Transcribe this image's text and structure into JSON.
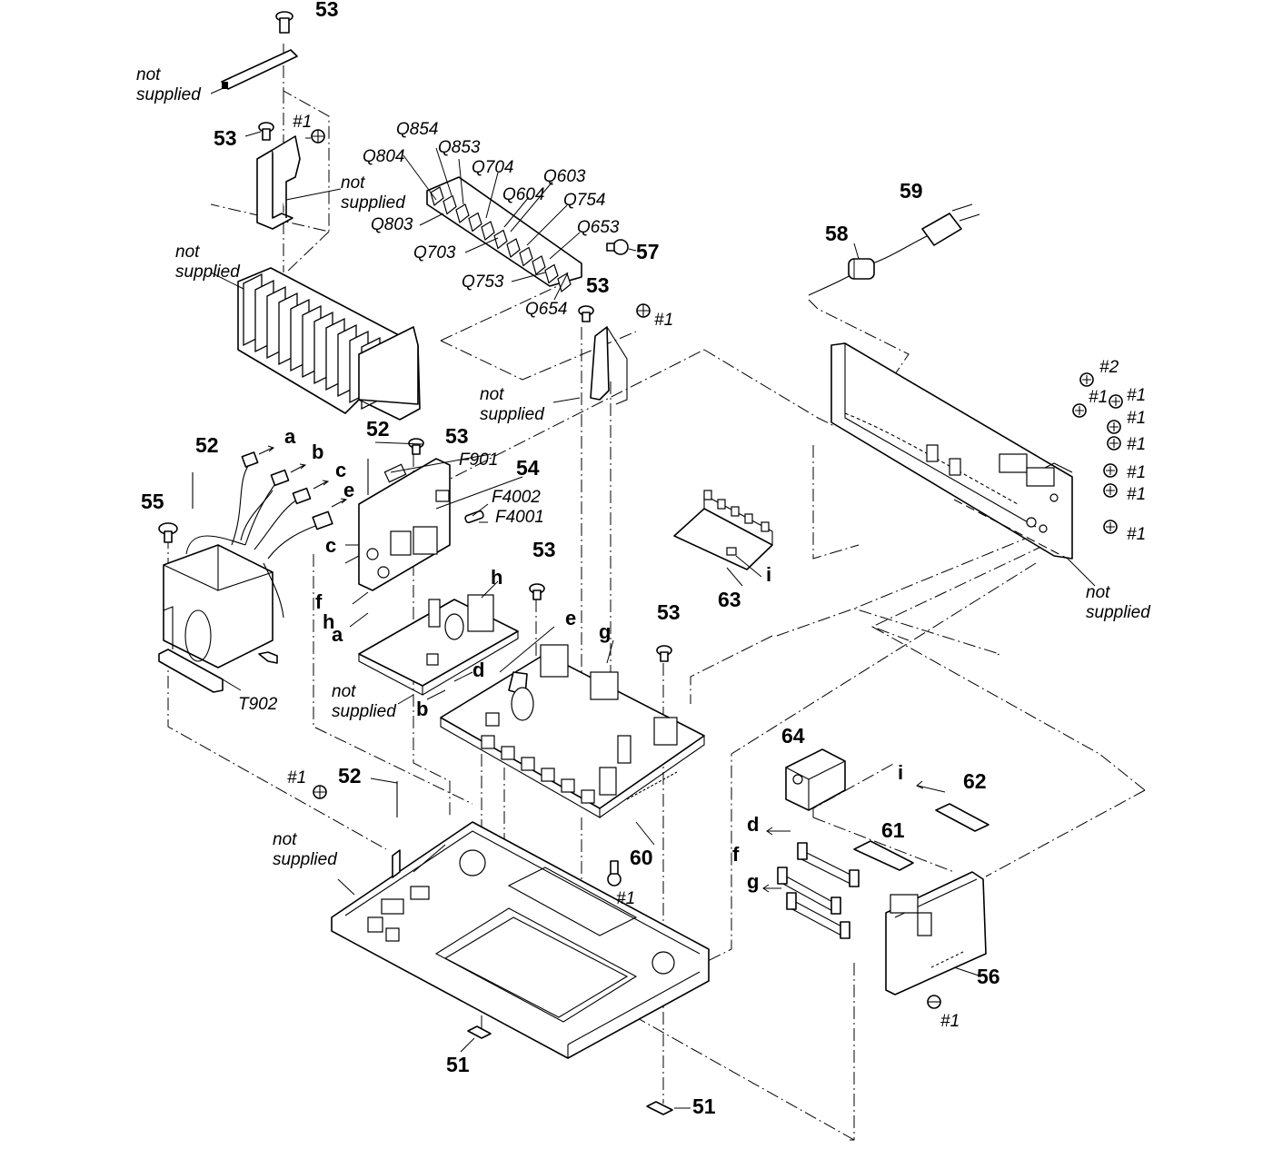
{
  "labels": [
    {
      "id": "n53-top",
      "text": "53",
      "kind": "num"
    },
    {
      "id": "ns-top-1",
      "text": "not",
      "kind": "lbl"
    },
    {
      "id": "ns-top-2",
      "text": "supplied",
      "kind": "lbl"
    },
    {
      "id": "n53-bracket",
      "text": "53",
      "kind": "num"
    },
    {
      "id": "h1-bracket",
      "text": "#1",
      "kind": "lbl"
    },
    {
      "id": "ns-bracket-1",
      "text": "not",
      "kind": "lbl"
    },
    {
      "id": "ns-bracket-2",
      "text": "supplied",
      "kind": "lbl"
    },
    {
      "id": "ns-heatsink-1",
      "text": "not",
      "kind": "lbl"
    },
    {
      "id": "ns-heatsink-2",
      "text": "supplied",
      "kind": "lbl"
    },
    {
      "id": "q854",
      "text": "Q854",
      "kind": "lbl"
    },
    {
      "id": "q804",
      "text": "Q804",
      "kind": "lbl"
    },
    {
      "id": "q853",
      "text": "Q853",
      "kind": "lbl"
    },
    {
      "id": "q704",
      "text": "Q704",
      "kind": "lbl"
    },
    {
      "id": "q603",
      "text": "Q603",
      "kind": "lbl"
    },
    {
      "id": "q604",
      "text": "Q604",
      "kind": "lbl"
    },
    {
      "id": "q754",
      "text": "Q754",
      "kind": "lbl"
    },
    {
      "id": "q803",
      "text": "Q803",
      "kind": "lbl"
    },
    {
      "id": "q703",
      "text": "Q703",
      "kind": "lbl"
    },
    {
      "id": "q653",
      "text": "Q653",
      "kind": "lbl"
    },
    {
      "id": "q753",
      "text": "Q753",
      "kind": "lbl"
    },
    {
      "id": "q654",
      "text": "Q654",
      "kind": "lbl"
    },
    {
      "id": "n57",
      "text": "57",
      "kind": "num"
    },
    {
      "id": "n53-mid",
      "text": "53",
      "kind": "num"
    },
    {
      "id": "h1-mid",
      "text": "#1",
      "kind": "lbl"
    },
    {
      "id": "ns-mid-1",
      "text": "not",
      "kind": "lbl"
    },
    {
      "id": "ns-mid-2",
      "text": "supplied",
      "kind": "lbl"
    },
    {
      "id": "n59",
      "text": "59",
      "kind": "num"
    },
    {
      "id": "n58",
      "text": "58",
      "kind": "num"
    },
    {
      "id": "h2-rear",
      "text": "#2",
      "kind": "lbl"
    },
    {
      "id": "h1-rear-a",
      "text": "#1",
      "kind": "lbl"
    },
    {
      "id": "h1-rear-b",
      "text": "#1",
      "kind": "lbl"
    },
    {
      "id": "h1-rear-c",
      "text": "#1",
      "kind": "lbl"
    },
    {
      "id": "h1-rear-d",
      "text": "#1",
      "kind": "lbl"
    },
    {
      "id": "h1-rear-e",
      "text": "#1",
      "kind": "lbl"
    },
    {
      "id": "h1-rear-f",
      "text": "#1",
      "kind": "lbl"
    },
    {
      "id": "h1-rear-g",
      "text": "#1",
      "kind": "lbl"
    },
    {
      "id": "ns-rear-1",
      "text": "not",
      "kind": "lbl"
    },
    {
      "id": "ns-rear-2",
      "text": "supplied",
      "kind": "lbl"
    },
    {
      "id": "n63",
      "text": "63",
      "kind": "num"
    },
    {
      "id": "let-i-63",
      "text": "i",
      "kind": "letter"
    },
    {
      "id": "n52-left",
      "text": "52",
      "kind": "num"
    },
    {
      "id": "let-a",
      "text": "a",
      "kind": "letter"
    },
    {
      "id": "let-b",
      "text": "b",
      "kind": "letter"
    },
    {
      "id": "let-c",
      "text": "c",
      "kind": "letter"
    },
    {
      "id": "let-e",
      "text": "e",
      "kind": "letter"
    },
    {
      "id": "n55",
      "text": "55",
      "kind": "num"
    },
    {
      "id": "n52-pcb",
      "text": "52",
      "kind": "num"
    },
    {
      "id": "n53-pcb",
      "text": "53",
      "kind": "num"
    },
    {
      "id": "f901",
      "text": "F901",
      "kind": "lbl"
    },
    {
      "id": "n54",
      "text": "54",
      "kind": "num"
    },
    {
      "id": "f4002",
      "text": "F4002",
      "kind": "lbl"
    },
    {
      "id": "f4001",
      "text": "F4001",
      "kind": "lbl"
    },
    {
      "id": "let-c2",
      "text": "c",
      "kind": "letter"
    },
    {
      "id": "let-f",
      "text": "f",
      "kind": "letter"
    },
    {
      "id": "let-h",
      "text": "h",
      "kind": "letter"
    },
    {
      "id": "let-a2",
      "text": "a",
      "kind": "letter"
    },
    {
      "id": "let-h2",
      "text": "h",
      "kind": "letter"
    },
    {
      "id": "n53-c",
      "text": "53",
      "kind": "num"
    },
    {
      "id": "let-e2",
      "text": "e",
      "kind": "letter"
    },
    {
      "id": "let-g",
      "text": "g",
      "kind": "letter"
    },
    {
      "id": "n53-d",
      "text": "53",
      "kind": "num"
    },
    {
      "id": "t902",
      "text": "T902",
      "kind": "lbl"
    },
    {
      "id": "ns-pcb-1",
      "text": "not",
      "kind": "lbl"
    },
    {
      "id": "ns-pcb-2",
      "text": "supplied",
      "kind": "lbl"
    },
    {
      "id": "let-d",
      "text": "d",
      "kind": "letter"
    },
    {
      "id": "let-b2",
      "text": "b",
      "kind": "letter"
    },
    {
      "id": "n64",
      "text": "64",
      "kind": "num"
    },
    {
      "id": "let-i-62",
      "text": "i",
      "kind": "letter"
    },
    {
      "id": "n62",
      "text": "62",
      "kind": "num"
    },
    {
      "id": "let-d2",
      "text": "d",
      "kind": "letter"
    },
    {
      "id": "n61",
      "text": "61",
      "kind": "num"
    },
    {
      "id": "let-f2",
      "text": "f",
      "kind": "letter"
    },
    {
      "id": "let-g2",
      "text": "g",
      "kind": "letter"
    },
    {
      "id": "h1-52",
      "text": "#1",
      "kind": "lbl"
    },
    {
      "id": "n52-chassis",
      "text": "52",
      "kind": "num"
    },
    {
      "id": "ns-chassis-1",
      "text": "not",
      "kind": "lbl"
    },
    {
      "id": "ns-chassis-2",
      "text": "supplied",
      "kind": "lbl"
    },
    {
      "id": "n60",
      "text": "60",
      "kind": "num"
    },
    {
      "id": "h1-60",
      "text": "#1",
      "kind": "lbl"
    },
    {
      "id": "n56",
      "text": "56",
      "kind": "num"
    },
    {
      "id": "h1-56",
      "text": "#1",
      "kind": "lbl"
    },
    {
      "id": "n51-a",
      "text": "51",
      "kind": "num"
    },
    {
      "id": "n51-b",
      "text": "51",
      "kind": "num"
    }
  ]
}
